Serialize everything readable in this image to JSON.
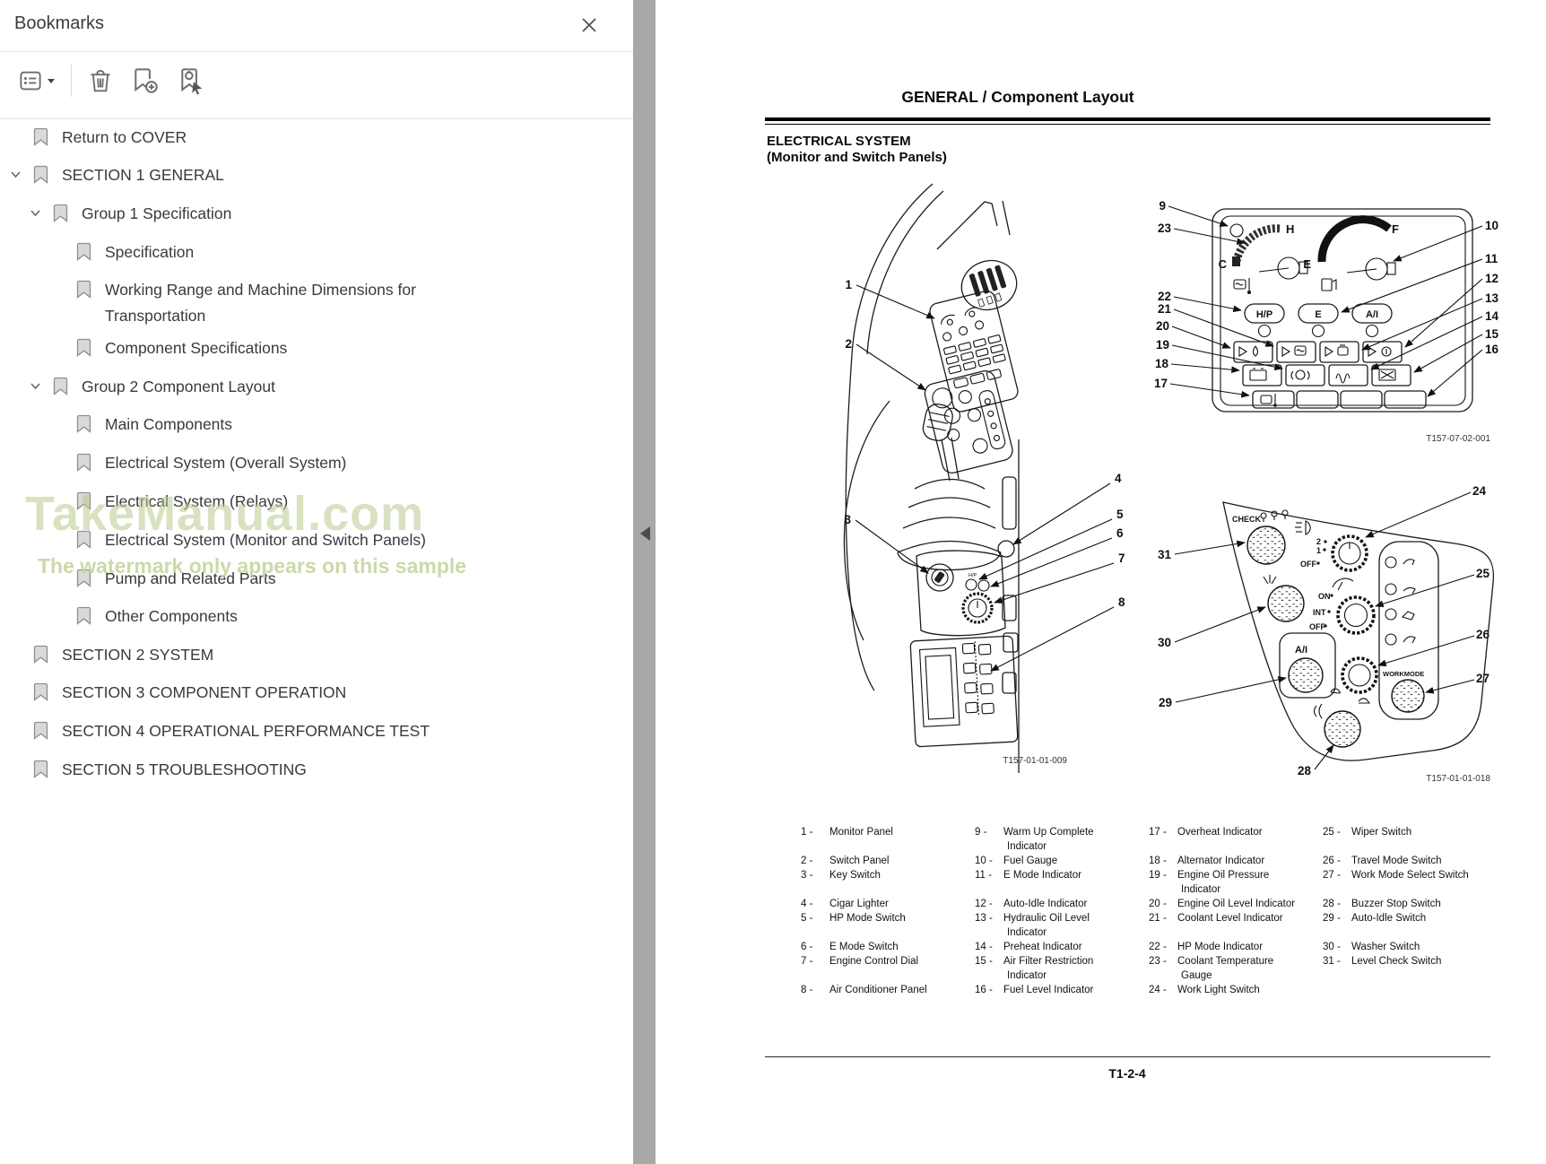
{
  "sidebar": {
    "title": "Bookmarks",
    "toolbar": {
      "options_icon": "list-options",
      "delete_icon": "trash",
      "add_icon": "bookmark-add",
      "locate_icon": "bookmark-locate"
    },
    "items": [
      {
        "label": "Return to COVER",
        "level": 0,
        "expanded": null
      },
      {
        "label": "SECTION 1 GENERAL",
        "level": 0,
        "expanded": true
      },
      {
        "label": "Group 1 Specification",
        "level": 1,
        "expanded": true
      },
      {
        "label": "Specification",
        "level": 2,
        "expanded": null
      },
      {
        "label": "Working Range and Machine Dimensions for Transportation",
        "level": 2,
        "expanded": null
      },
      {
        "label": "Component Specifications",
        "level": 2,
        "expanded": null
      },
      {
        "label": "Group 2 Component Layout",
        "level": 1,
        "expanded": true
      },
      {
        "label": "Main Components",
        "level": 2,
        "expanded": null
      },
      {
        "label": "Electrical System (Overall System)",
        "level": 2,
        "expanded": null
      },
      {
        "label": "Electrical System (Relays)",
        "level": 2,
        "expanded": null
      },
      {
        "label": "Electrical System (Monitor and Switch Panels)",
        "level": 2,
        "expanded": null
      },
      {
        "label": "Pump and Related Parts",
        "level": 2,
        "expanded": null
      },
      {
        "label": "Other Components",
        "level": 2,
        "expanded": null
      },
      {
        "label": "SECTION 2 SYSTEM",
        "level": 0,
        "expanded": null
      },
      {
        "label": "SECTION 3 COMPONENT OPERATION",
        "level": 0,
        "expanded": null
      },
      {
        "label": "SECTION 4 OPERATIONAL PERFORMANCE TEST",
        "level": 0,
        "expanded": null
      },
      {
        "label": "SECTION 5 TROUBLESHOOTING",
        "level": 0,
        "expanded": null
      }
    ],
    "watermark": {
      "line1": "TakeManual.com",
      "line2": "The watermark only appears on this sample"
    }
  },
  "page": {
    "header": "GENERAL / Component Layout",
    "section_title": "ELECTRICAL SYSTEM",
    "section_subtitle": "(Monitor and Switch Panels)",
    "page_number": "T1-2-4"
  },
  "diagrams": {
    "console": {
      "callouts": [
        "1",
        "2",
        "3",
        "4",
        "5",
        "6",
        "7",
        "8"
      ],
      "figure_code": "T157-01-01-009"
    },
    "monitor_panel": {
      "callouts_left": [
        "9",
        "23",
        "22",
        "21",
        "20",
        "19",
        "18",
        "17"
      ],
      "callouts_right": [
        "10",
        "11",
        "12",
        "13",
        "14",
        "15",
        "16"
      ],
      "gauge_left": {
        "low": "C",
        "high": "H"
      },
      "gauge_right": {
        "low": "E",
        "high": "F"
      },
      "buttons": [
        "H/P",
        "E",
        "A/I"
      ],
      "figure_code": "T157-07-02-001"
    },
    "switch_panel": {
      "callouts_left": [
        "31",
        "30",
        "29",
        "28"
      ],
      "callouts_right": [
        "24",
        "25",
        "26",
        "27"
      ],
      "labels": {
        "check": "CHECK",
        "worklight": [
          "2",
          "1",
          "OFF"
        ],
        "wiper": [
          "ON",
          "INT",
          "OFF"
        ],
        "auto_idle": "A/I",
        "workmode": "WORKMODE"
      },
      "figure_code": "T157-01-01-018"
    }
  },
  "parts_list": {
    "columns": [
      {
        "lines": [
          {
            "n": "1 -",
            "t": "Monitor Panel"
          },
          {},
          {
            "n": "2 -",
            "t": "Switch Panel"
          },
          {
            "n": "3 -",
            "t": "Key Switch"
          },
          {},
          {
            "n": "4 -",
            "t": "Cigar Lighter"
          },
          {
            "n": "5 -",
            "t": "HP Mode Switch"
          },
          {},
          {
            "n": "6 -",
            "t": "E Mode Switch"
          },
          {
            "n": "7 -",
            "t": "Engine Control Dial"
          },
          {},
          {
            "n": "8 -",
            "t": "Air Conditioner Panel"
          }
        ]
      },
      {
        "lines": [
          {
            "n": "9 -",
            "t": "Warm Up Complete"
          },
          {
            "t": "Indicator"
          },
          {
            "n": "10 -",
            "t": "Fuel Gauge"
          },
          {
            "n": "11 -",
            "t": "E Mode Indicator"
          },
          {},
          {
            "n": "12 -",
            "t": "Auto-Idle Indicator"
          },
          {
            "n": "13 -",
            "t": "Hydraulic Oil Level"
          },
          {
            "t": "Indicator"
          },
          {
            "n": "14 -",
            "t": "Preheat Indicator"
          },
          {
            "n": "15 -",
            "t": "Air Filter Restriction"
          },
          {
            "t": "Indicator"
          },
          {
            "n": "16 -",
            "t": "Fuel Level Indicator"
          }
        ]
      },
      {
        "lines": [
          {
            "n": "17 -",
            "t": "Overheat Indicator"
          },
          {},
          {
            "n": "18 -",
            "t": "Alternator Indicator"
          },
          {
            "n": "19 -",
            "t": "Engine Oil Pressure"
          },
          {
            "t": "Indicator"
          },
          {
            "n": "20 -",
            "t": "Engine Oil Level Indicator"
          },
          {
            "n": "21 -",
            "t": "Coolant Level Indicator"
          },
          {},
          {
            "n": "22 -",
            "t": "HP Mode Indicator"
          },
          {
            "n": "23 -",
            "t": "Coolant Temperature"
          },
          {
            "t": "Gauge"
          },
          {
            "n": "24 -",
            "t": "Work Light Switch"
          }
        ]
      },
      {
        "lines": [
          {
            "n": "25 -",
            "t": "Wiper Switch"
          },
          {},
          {
            "n": "26 -",
            "t": "Travel Mode Switch"
          },
          {
            "n": "27 -",
            "t": "Work Mode Select Switch"
          },
          {},
          {
            "n": "28 -",
            "t": "Buzzer Stop Switch"
          },
          {
            "n": "29 -",
            "t": "Auto-Idle Switch"
          },
          {},
          {
            "n": "30 -",
            "t": "Washer Switch"
          },
          {
            "n": "31 -",
            "t": "Level Check Switch"
          },
          {},
          {}
        ]
      }
    ]
  }
}
